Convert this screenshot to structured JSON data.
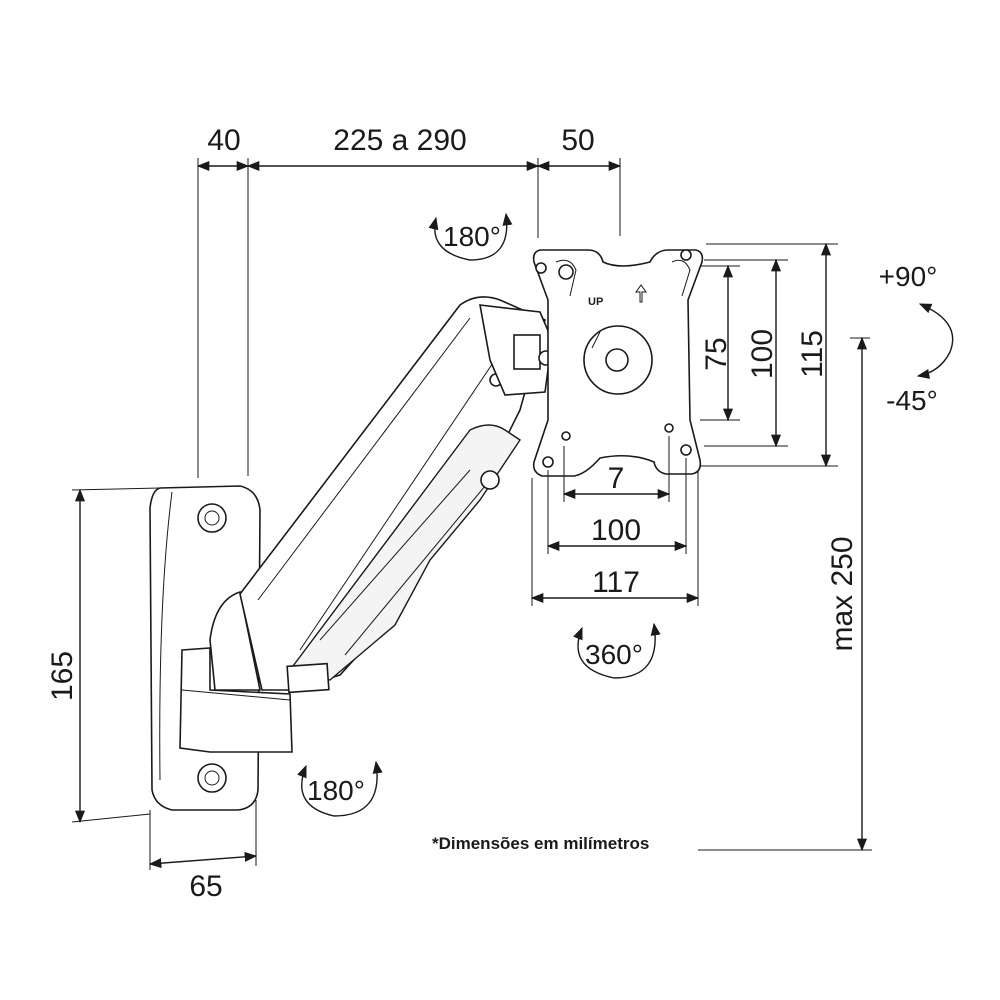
{
  "dimensions": {
    "wall_offset": "40",
    "arm_reach": "225 a 290",
    "plate_depth": "50",
    "vesa_small": "75",
    "vesa_large": "100",
    "plate_height": "115",
    "hole_gap": "7",
    "vesa_width": "100",
    "plate_width": "117",
    "wall_height": "165",
    "wall_width": "65",
    "max_height": "max 250"
  },
  "rotations": {
    "head_swivel": "180°",
    "plate_rotation": "360°",
    "wall_swivel": "180°",
    "tilt_up": "+90°",
    "tilt_down": "-45°"
  },
  "plate_marking": "UP",
  "note": "*Dimensões em milímetros"
}
